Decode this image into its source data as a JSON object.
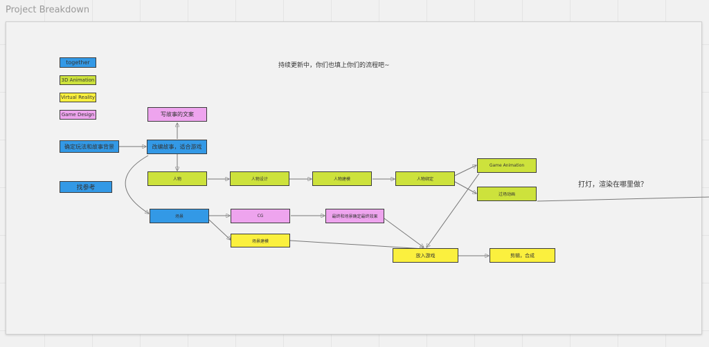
{
  "board": {
    "title": "Project Breakdown"
  },
  "legend": {
    "together": "together",
    "animation": "3D Animation",
    "vr": "Virtual Reality",
    "game": "Game Design"
  },
  "notes": {
    "header": "持续更新中，你们也填上你们的流程吧~",
    "question": "打灯，渲染在哪里做？"
  },
  "nodes": {
    "gameplay": "确定玩法和故事背景",
    "reference": "找参考",
    "story_text": "写故事的文案",
    "story_adapt": "改编故事，适合游戏",
    "character": "人物",
    "char_design": "人物设计",
    "char_model": "人物建模",
    "char_rig": "人物绑定",
    "game_anim": "Game Animation",
    "film_anim": "过场动画",
    "scene": "场景",
    "cg": "CG",
    "cg_final": "最终和场景确定最终效果",
    "scene_model": "场景建模",
    "import_game": "放入游戏",
    "edit": "剪辑，合成"
  },
  "colors": {
    "together": "#3399e6",
    "animation": "#cde23c",
    "vr": "#fbf03e",
    "game": "#eea4ee"
  }
}
